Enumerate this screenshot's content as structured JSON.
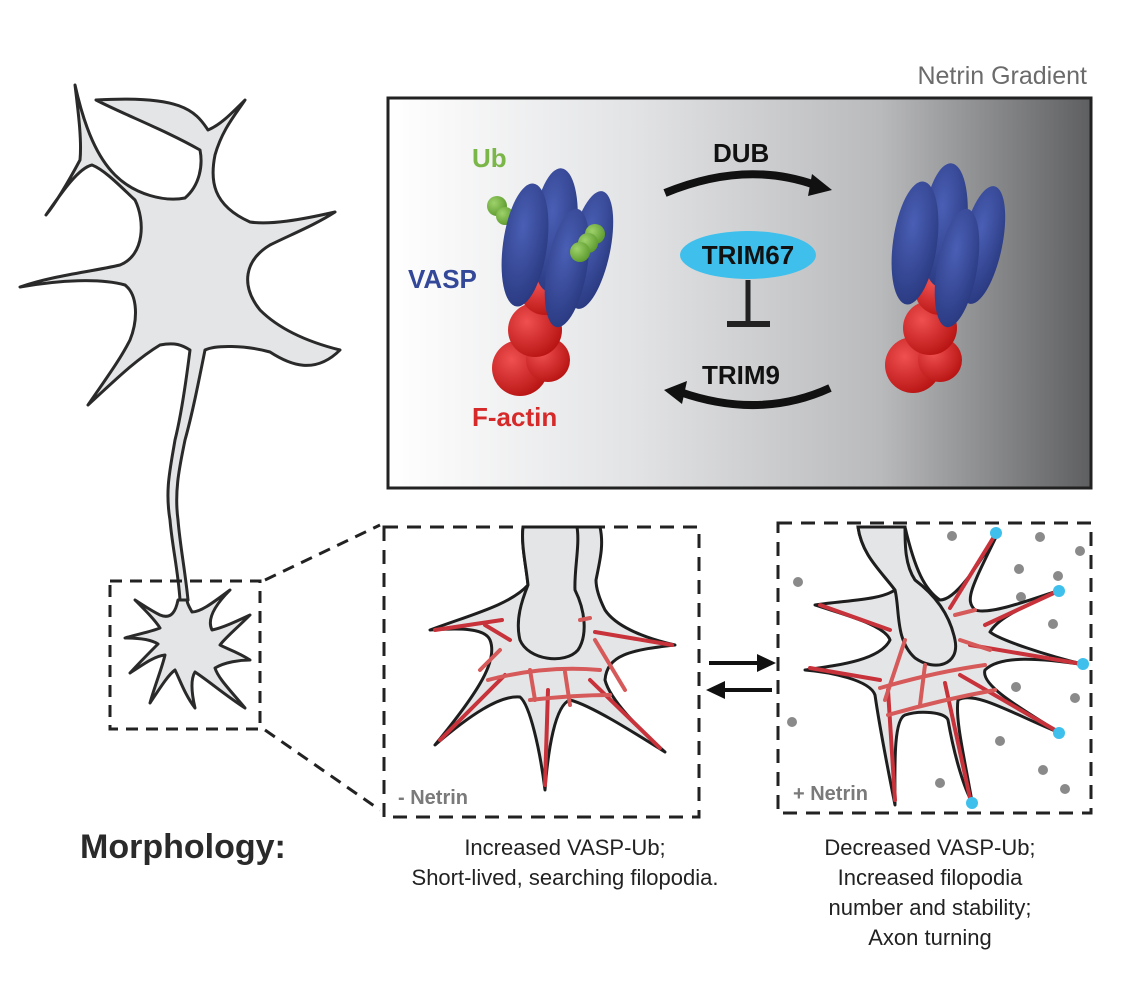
{
  "figure": {
    "gradient_label": "Netrin Gradient",
    "molecules": {
      "ub": "Ub",
      "vasp": "VASP",
      "factin": "F-actin"
    },
    "pathway": {
      "forward_label": "DUB",
      "reverse_label": "TRIM9",
      "inhibitor_label": "TRIM67"
    },
    "conditions": {
      "minus": "- Netrin",
      "plus": "+ Netrin"
    },
    "morphology_heading": "Morphology:",
    "captions": {
      "minus": [
        "Increased VASP-Ub;",
        "Short-lived, searching filopodia."
      ],
      "plus": [
        "Decreased VASP-Ub;",
        "Increased filopodia",
        "number and stability;",
        "Axon turning"
      ]
    },
    "colors": {
      "ub": "#7ab648",
      "vasp": "#34489a",
      "factin": "#d62a2a",
      "trim67_fill": "#3fc0ec",
      "netrin_dot": "#8a8a8a",
      "filopodia_tip": "#3fc0ec",
      "condition_text": "#7a7a7a"
    }
  }
}
